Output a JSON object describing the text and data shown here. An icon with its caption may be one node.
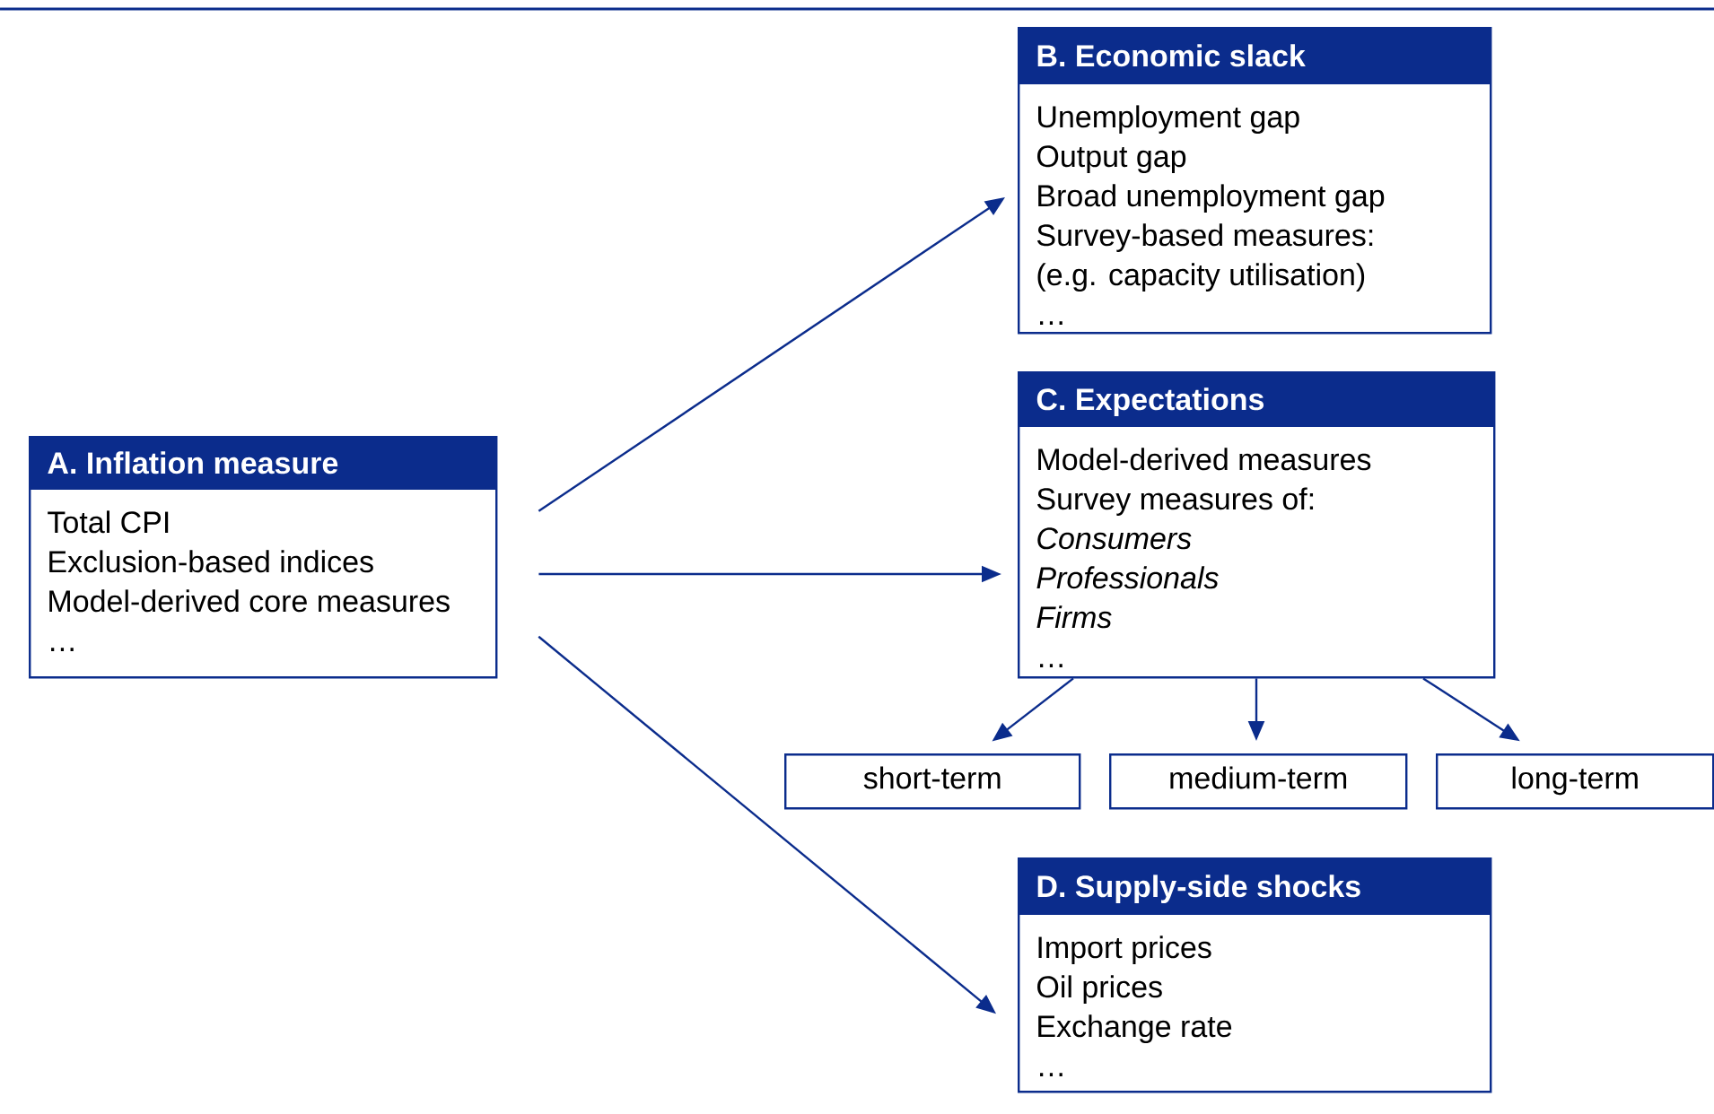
{
  "diagram": {
    "nodes": [
      {
        "text": [
          "A. Inflation measure",
          "Total CPI",
          "Exclusion-based indices",
          "Model-derived core measures",
          "…"
        ]
      },
      {
        "text": [
          "B. Economic slack",
          "Unemployment gap",
          "Output gap",
          "Broad unemployment gap",
          "Survey-based measures:",
          "(e.g. capacity utilisation)",
          "…"
        ]
      },
      {
        "text": [
          "C. Expectations",
          "Model-derived measures",
          "Survey measures of:",
          "*Consumers*",
          "*Professionals*",
          "*Firms*",
          "…"
        ]
      },
      {
        "text": [
          "short-term"
        ]
      },
      {
        "text": [
          "medium-term"
        ]
      },
      {
        "text": [
          "long-term"
        ]
      },
      {
        "text": [
          "D. Supply-side shocks",
          "Import prices",
          "Oil prices",
          "Exchange rate",
          "…"
        ]
      }
    ],
    "edges": [
      {
        "from": 0,
        "to": 1,
        "arrow": "to"
      },
      {
        "from": 0,
        "to": 2,
        "arrow": "to"
      },
      {
        "from": 0,
        "to": 6,
        "arrow": "to"
      },
      {
        "from": 2,
        "to": 3,
        "arrow": "to"
      },
      {
        "from": 2,
        "to": 4,
        "arrow": "to"
      },
      {
        "from": 2,
        "to": 5,
        "arrow": "to"
      }
    ]
  }
}
